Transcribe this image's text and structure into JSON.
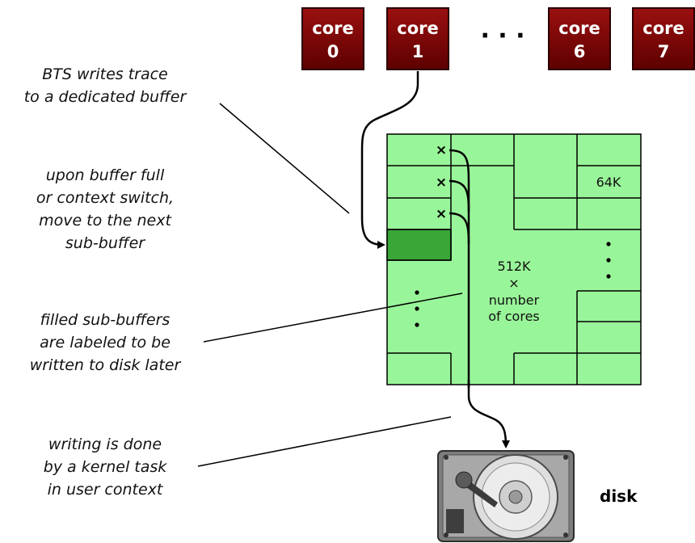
{
  "cores": [
    {
      "name": "core",
      "id": "0"
    },
    {
      "name": "core",
      "id": "1"
    },
    {
      "name": "core",
      "id": "6"
    },
    {
      "name": "core",
      "id": "7"
    }
  ],
  "cores_ellipsis": "· · ·",
  "notes": {
    "bts": [
      "BTS writes trace",
      "to a dedicated buffer"
    ],
    "next": [
      "upon buffer full",
      "or context switch,",
      "move to the next",
      "sub-buffer"
    ],
    "filled": [
      "filled sub-buffers",
      "are labeled to be",
      "written to disk later"
    ],
    "writing": [
      "writing is done",
      "by a kernel task",
      "in user context"
    ]
  },
  "buffer": {
    "sub_size": "64K",
    "total": [
      "512K",
      "×",
      "number",
      "of cores"
    ],
    "filled_marker": "×"
  },
  "disk_label": "disk",
  "colors": {
    "core_fill": "#7a0000",
    "buffer_fill": "#99f599",
    "active_subbuffer": "#3aa637",
    "line": "#000000"
  }
}
